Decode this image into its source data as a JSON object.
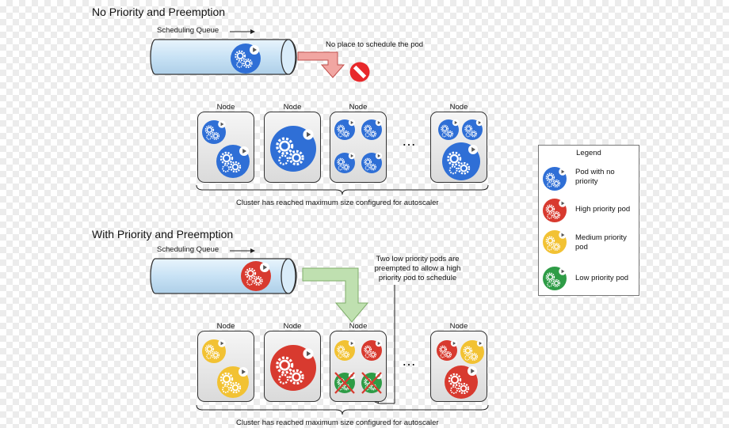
{
  "sections": {
    "top_title": "No Priority and Preemption",
    "bottom_title": "With Priority and Preemption"
  },
  "queue": {
    "top_label": "Scheduling Queue",
    "bottom_label": "Scheduling Queue"
  },
  "annotations": {
    "no_place": "No place to schedule the pod",
    "preempt_line1": "Two low priority pods are",
    "preempt_line2": "preempted to allow a high",
    "preempt_line3": "priority pod to schedule",
    "cluster_top": "Cluster has reached maximum size configured for autoscaler",
    "cluster_bottom": "Cluster has reached maximum size configured for autoscaler",
    "ellipsis": "…"
  },
  "nodes": {
    "label": "Node"
  },
  "legend": {
    "title": "Legend",
    "items": [
      {
        "label_line1": "Pod with no",
        "label_line2": "priority",
        "color": "#2f6fd6",
        "icon": "pod-icon"
      },
      {
        "label_line1": "High priority pod",
        "label_line2": "",
        "color": "#d83a2f",
        "icon": "pod-icon"
      },
      {
        "label_line1": "Medium priority",
        "label_line2": "pod",
        "color": "#f2c233",
        "icon": "pod-icon"
      },
      {
        "label_line1": "Low priority pod",
        "label_line2": "",
        "color": "#2e9c46",
        "icon": "pod-icon"
      }
    ]
  },
  "colors": {
    "blue": "#2f6fd6",
    "red": "#d83a2f",
    "yellow": "#f2c233",
    "green": "#2e9c46",
    "queue": "#cfe6f7",
    "arrow_red": "#f1a6a2",
    "arrow_green": "#bfe0b0"
  }
}
